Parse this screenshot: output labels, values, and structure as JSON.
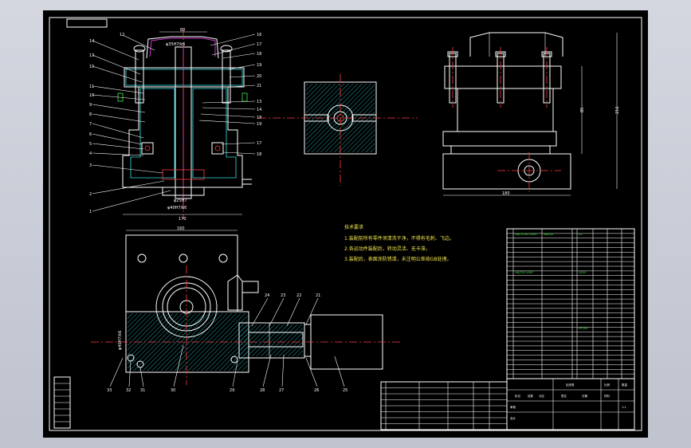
{
  "colors": {
    "sheet_bg": "#000000",
    "line": "#ffffff",
    "center_line": "#ff3b3b",
    "hatch": "#34e0e6",
    "table_text": "#46e646",
    "notes_text": "#f2e64a",
    "accent": "#ff40ff"
  },
  "front_view": {
    "dims": {
      "top_width": "60",
      "fit_top": "φ35H7/k6",
      "bottom_fit1": "φ25H7",
      "bottom_fit2": "φ40H7/k6",
      "base_width": "170"
    },
    "left_labels": [
      "14",
      "13",
      "15",
      "11",
      "10",
      "9",
      "8",
      "7",
      "6",
      "5",
      "4",
      "3",
      "2",
      "1"
    ],
    "right_labels": [
      "16",
      "17",
      "18",
      "19",
      "20",
      "21",
      "13",
      "14",
      "18",
      "19",
      "17",
      "18"
    ],
    "top_label": "12"
  },
  "side_view": {
    "dims": {
      "height": "216",
      "inner_height": "85",
      "width": "180"
    }
  },
  "top_view": {
    "dims": {
      "width": "160",
      "fit_left": "φ40H7/k6"
    },
    "labels": [
      "24",
      "23",
      "22",
      "21",
      "25",
      "26",
      "27",
      "28",
      "29",
      "30",
      "31",
      "32",
      "33"
    ]
  },
  "notes": {
    "heading": "技术要求",
    "lines": [
      "1.装配前所有零件须清洗干净，不得有毛刺、飞边。",
      "2.各运动件装配后，转动灵活、无卡滞。",
      "3.装配后，表面涂防锈漆，未注明公差按GB处理。"
    ]
  },
  "parts_table": {
    "rows": 32,
    "sample_cells": [
      "GB/T5782-2000",
      "M8X40",
      "45",
      "GB/T93-1987",
      "Q235",
      "HT200"
    ]
  },
  "title_block": {
    "cells": [
      "钻夹具",
      "比例",
      "数量",
      "材料",
      "审核",
      "设计",
      "1:1"
    ]
  },
  "revision_block": {
    "cells": [
      "标记",
      "处数",
      "分区",
      "签名",
      "日期"
    ]
  }
}
